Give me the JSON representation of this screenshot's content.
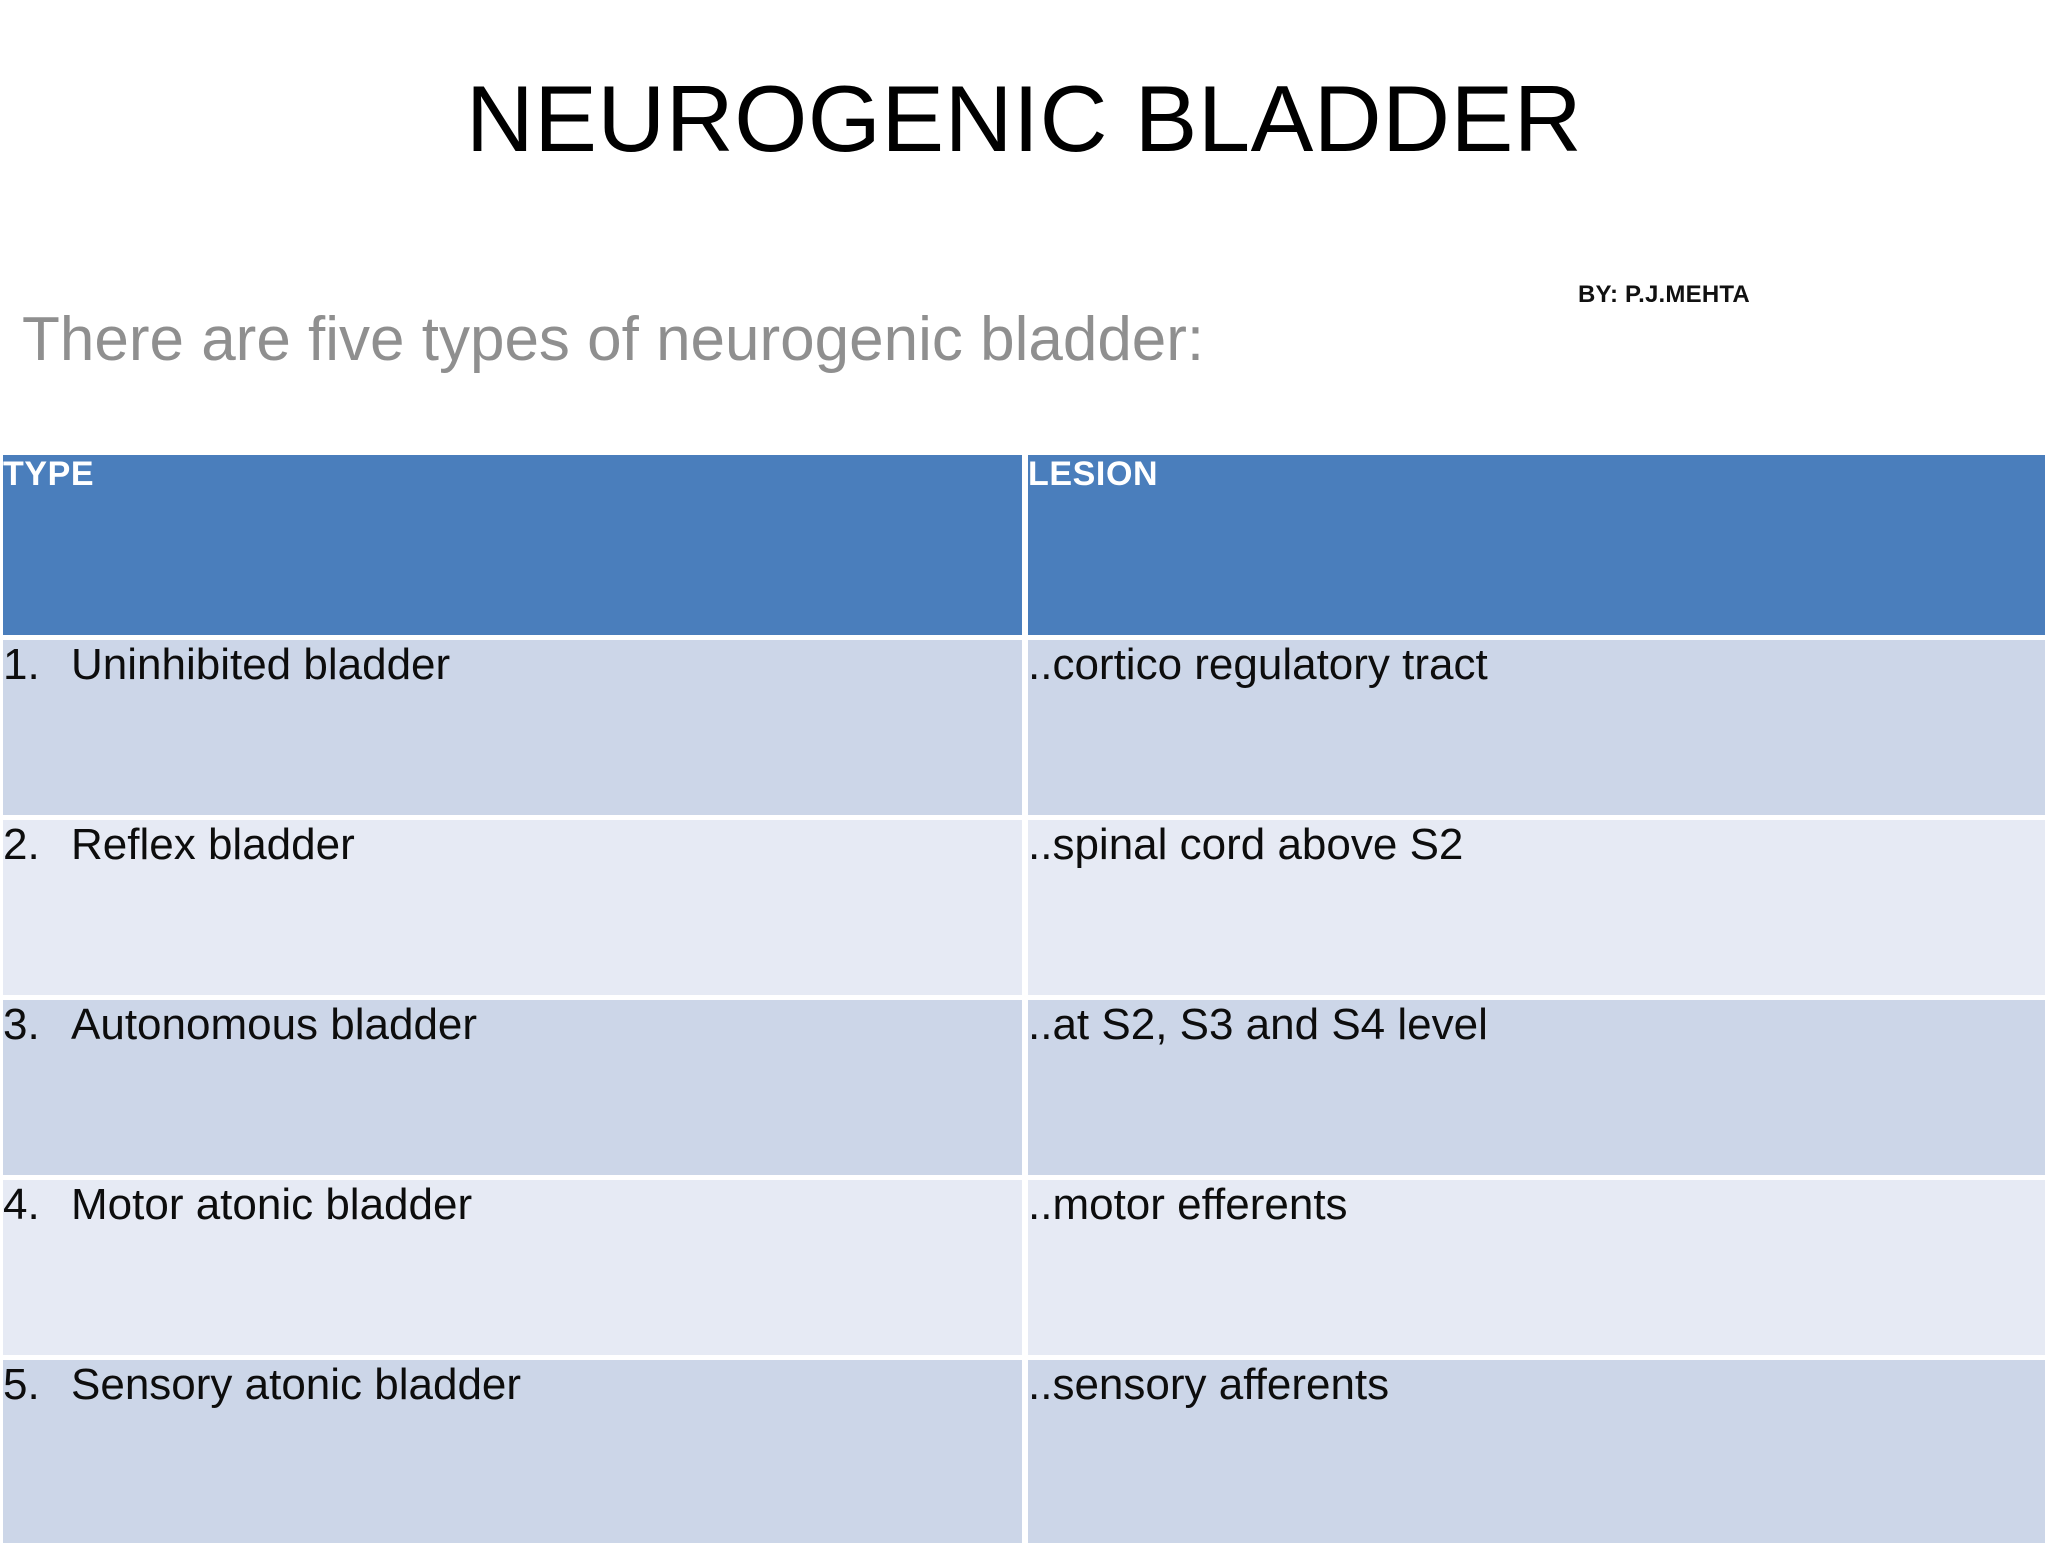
{
  "slide": {
    "title": "NEUROGENIC BLADDER",
    "author_credit": "BY: P.J.MEHTA",
    "subtitle": "There are five types of neurogenic bladder:",
    "colors": {
      "header_blue": "#4a7ebc",
      "row_odd": "#ccd6e8",
      "row_even": "#e6eaf4",
      "title_text": "#000000",
      "subtitle_text": "#8f8f8f",
      "header_text": "#ffffff",
      "body_text": "#0d0d0d",
      "background": "#ffffff"
    }
  },
  "table": {
    "headers": {
      "type": "TYPE",
      "lesion": "LESION"
    },
    "rows": [
      {
        "num": "1.",
        "type": "Uninhibited bladder",
        "lesion": "..cortico regulatory tract"
      },
      {
        "num": "2.",
        "type": "Reflex bladder",
        "lesion": "..spinal cord above S2"
      },
      {
        "num": "3.",
        "type": "Autonomous bladder",
        "lesion": "..at S2, S3 and S4 level"
      },
      {
        "num": "4.",
        "type": "Motor atonic bladder",
        "lesion": "..motor efferents"
      },
      {
        "num": "5.",
        "type": "Sensory atonic bladder",
        "lesion": "..sensory afferents"
      }
    ]
  }
}
